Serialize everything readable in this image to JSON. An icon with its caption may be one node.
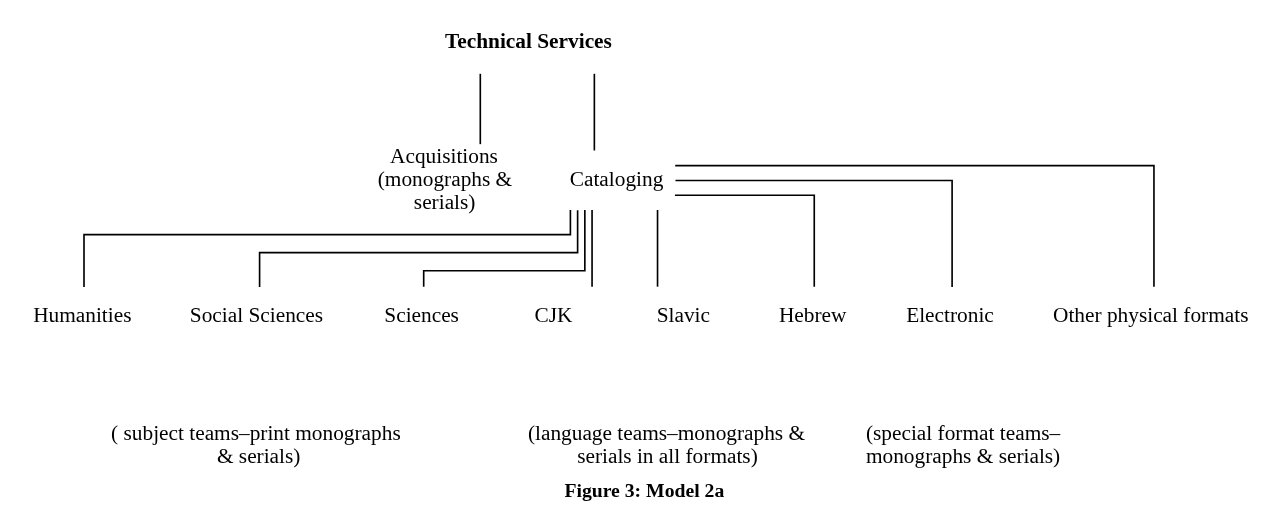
{
  "diagram": {
    "caption": "Figure 3: Model 2a",
    "nodes": [
      {
        "text": [
          "Technical Services"
        ]
      },
      {
        "text": [
          "Acquisitions (monographs & serials)"
        ]
      },
      {
        "text": [
          "Cataloging"
        ]
      },
      {
        "text": [
          "Humanities"
        ]
      },
      {
        "text": [
          "Social Sciences"
        ]
      },
      {
        "text": [
          "Sciences"
        ]
      },
      {
        "text": [
          "CJK"
        ]
      },
      {
        "text": [
          "Slavic"
        ]
      },
      {
        "text": [
          "Hebrew"
        ]
      },
      {
        "text": [
          "Electronic"
        ]
      },
      {
        "text": [
          "Other physical formats"
        ]
      }
    ],
    "edges": [
      {
        "from": 0,
        "to": 1,
        "arrow": "none"
      },
      {
        "from": 0,
        "to": 2,
        "arrow": "none"
      },
      {
        "from": 2,
        "to": 3,
        "arrow": "none"
      },
      {
        "from": 2,
        "to": 4,
        "arrow": "none"
      },
      {
        "from": 2,
        "to": 5,
        "arrow": "none"
      },
      {
        "from": 2,
        "to": 6,
        "arrow": "none"
      },
      {
        "from": 2,
        "to": 7,
        "arrow": "none"
      },
      {
        "from": 2,
        "to": 8,
        "arrow": "none"
      },
      {
        "from": 2,
        "to": 9,
        "arrow": "none"
      },
      {
        "from": 2,
        "to": 10,
        "arrow": "none"
      }
    ],
    "labels": [
      "( subject teams–print monographs & serials)",
      "(language teams–monographs & serials in all formats)",
      "(special format teams– monographs & serials)"
    ]
  }
}
